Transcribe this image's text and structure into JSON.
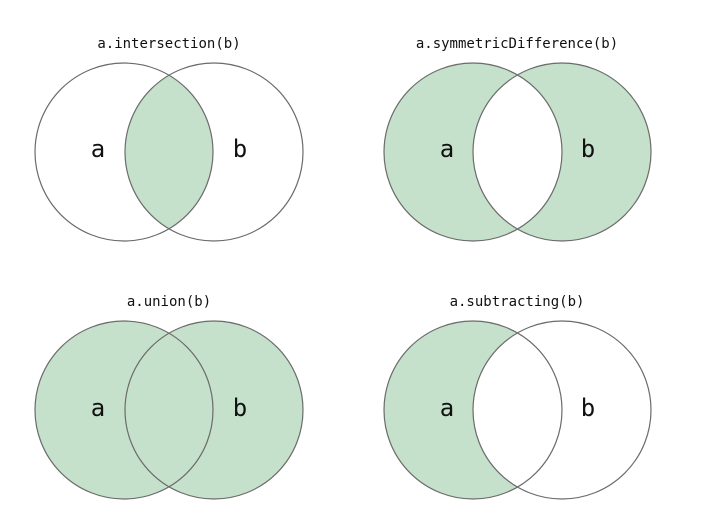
{
  "fill_color": "#c5e1cb",
  "outline_color": "#6b6b6b",
  "diagrams": [
    {
      "id": "intersection",
      "title": "a.intersection(b)",
      "left_label": "a",
      "right_label": "b",
      "shaded": [
        "both"
      ]
    },
    {
      "id": "symmetric-difference",
      "title": "a.symmetricDifference(b)",
      "left_label": "a",
      "right_label": "b",
      "shaded": [
        "a-only",
        "b-only"
      ]
    },
    {
      "id": "union",
      "title": "a.union(b)",
      "left_label": "a",
      "right_label": "b",
      "shaded": [
        "a-only",
        "both",
        "b-only"
      ]
    },
    {
      "id": "subtracting",
      "title": "a.subtracting(b)",
      "left_label": "a",
      "right_label": "b",
      "shaded": [
        "a-only"
      ]
    }
  ]
}
